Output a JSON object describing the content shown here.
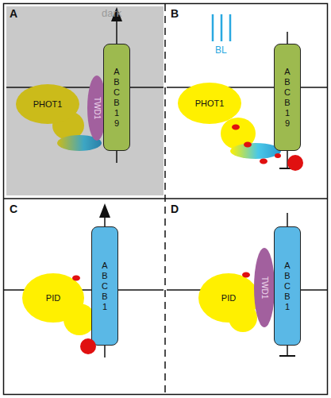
{
  "diagram": {
    "nodes": [
      {
        "text": [
          "PHOT1"
        ]
      },
      {
        "text": [
          "TWD1"
        ]
      },
      {
        "text": [
          "ABCB19"
        ]
      },
      {
        "text": [
          "PHOT1"
        ]
      },
      {
        "text": [
          "ABCB19"
        ]
      },
      {
        "text": [
          "PID"
        ]
      },
      {
        "text": [
          "ABCB1"
        ]
      },
      {
        "text": [
          "PID"
        ]
      },
      {
        "text": [
          "TWD1"
        ]
      },
      {
        "text": [
          "ABCB1"
        ]
      }
    ],
    "labels": [
      "A",
      "dark",
      "B",
      "BL",
      "C",
      "D"
    ]
  }
}
